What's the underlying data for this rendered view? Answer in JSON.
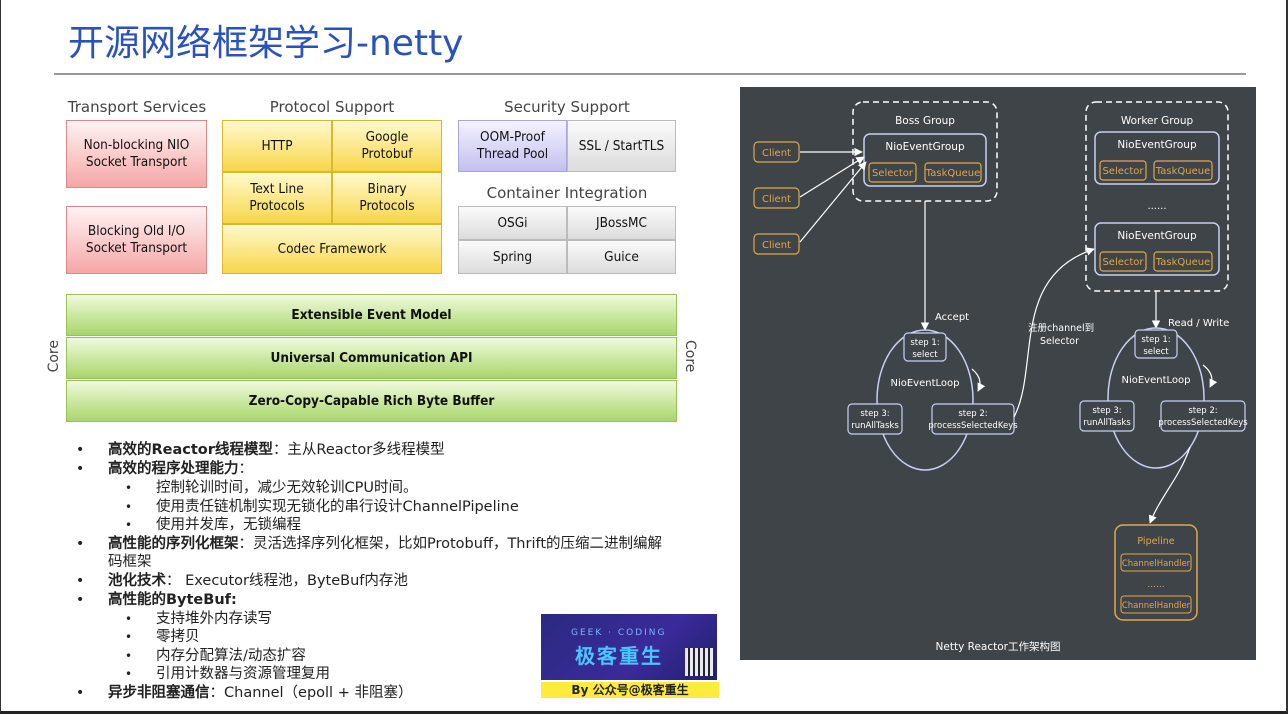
{
  "title": "开源网络框架学习-netty",
  "left_diagram": {
    "sections": {
      "transport": "Transport Services",
      "protocol": "Protocol Support",
      "security": "Security Support",
      "container": "Container Integration"
    },
    "transport_boxes": [
      "Non-blocking NIO\nSocket Transport",
      "Blocking Old I/O\nSocket Transport"
    ],
    "protocol_boxes": [
      "HTTP",
      "Google\nProtobuf",
      "Text Line\nProtocols",
      "Binary\nProtocols",
      "Codec Framework"
    ],
    "security_boxes": [
      "OOM-Proof\nThread Pool",
      "SSL / StartTLS"
    ],
    "container_boxes": [
      "OSGi",
      "JBossMC",
      "Spring",
      "Guice"
    ],
    "core_boxes": [
      "Extensible Event Model",
      "Universal Communication API",
      "Zero-Copy-Capable Rich Byte Buffer"
    ],
    "core_label": "Core"
  },
  "bullets": {
    "b1_bold": "高效的Reactor线程模型",
    "b1_text": "：主从Reactor多线程模型",
    "b2_bold": "高效的程序处理能力",
    "b2_text": "：",
    "b2_sub": [
      "控制轮训时间，减少无效轮训CPU时间。",
      "使用责任链机制实现无锁化的串行设计ChannelPipeline",
      "使用并发库，无锁编程"
    ],
    "b3_bold": "高性能的序列化框架",
    "b3_text": "：灵活选择序列化框架，比如Protobuff，Thrift的压缩二进制编解码框架",
    "b4_bold": "池化技术",
    "b4_text": "： Executor线程池，ByteBuf内存池",
    "b5_bold": "高性能的ByteBuf:",
    "b5_sub": [
      "支持堆外内存读写",
      "零拷贝",
      "内存分配算法/动态扩容",
      "引用计数器与资源管理复用"
    ],
    "b6_bold": "异步非阻塞通信",
    "b6_text": "：Channel（epoll + 非阻塞）"
  },
  "badge": {
    "geek": "GEEK · CODING",
    "main": "极客重生",
    "sub": "By 公众号@极客重生"
  },
  "reactor": {
    "boss_group": "Boss Group",
    "worker_group": "Worker Group",
    "nio_event_group": "NioEventGroup",
    "selector": "Selector",
    "task_queue": "TaskQueue",
    "dots": "......",
    "client": "Client",
    "accept": "Accept",
    "register": "注册channel到\nSelector",
    "read_write": "Read / Write",
    "step1": "step 1:\nselect",
    "step2": "step 2:\nprocessSelectedKeys",
    "step3": "step 3:\nrunAllTasks",
    "nio_event_loop": "NioEventLoop",
    "pipeline": "Pipeline",
    "channel_handler": "ChannelHandler",
    "caption": "Netty Reactor工作架构图"
  },
  "colors": {
    "title": "#2a52be",
    "dark_bg": "#3f4448",
    "orange": "#e0a84a"
  }
}
